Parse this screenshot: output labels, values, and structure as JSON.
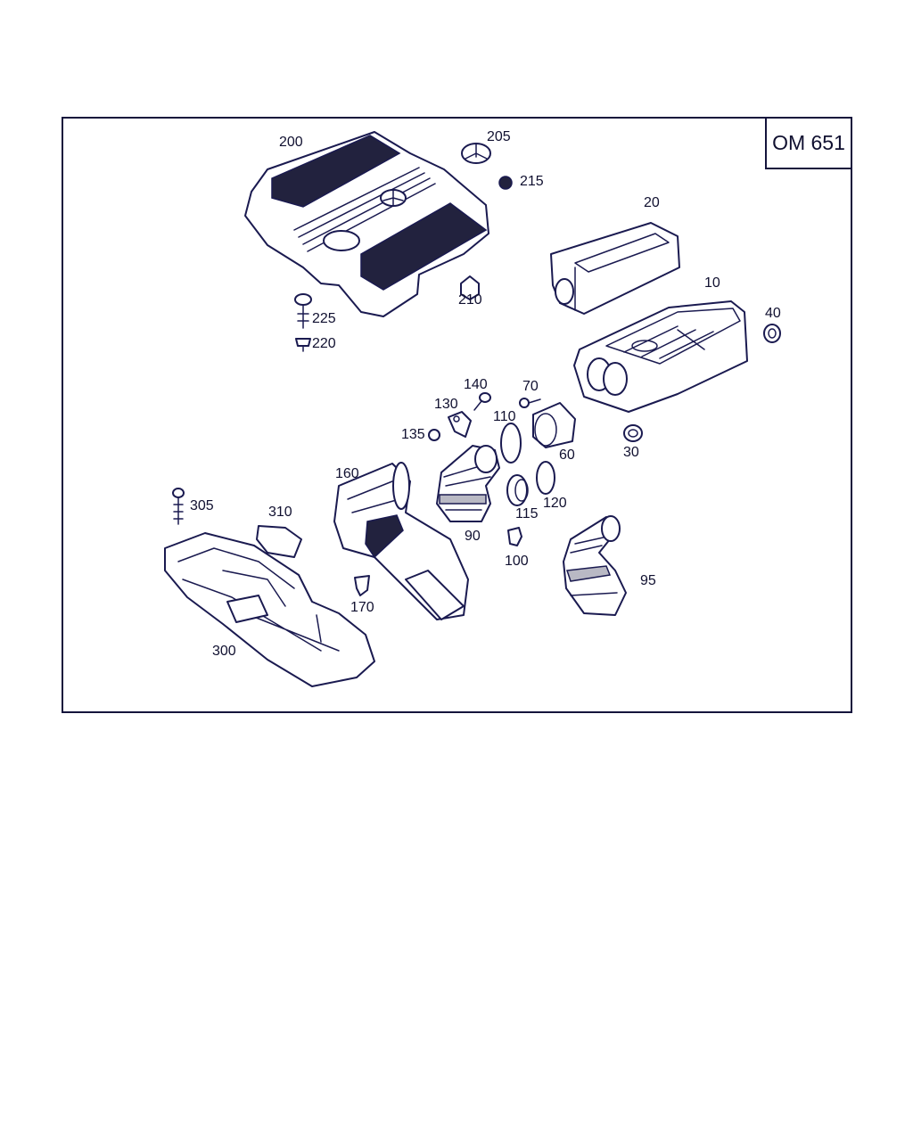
{
  "engine_code": "OM 651",
  "colors": {
    "line": "#1a1a50",
    "text": "#101030",
    "frame": "#14143c"
  },
  "parts": [
    {
      "id": "p200",
      "label": "200"
    },
    {
      "id": "p205",
      "label": "205"
    },
    {
      "id": "p215",
      "label": "215"
    },
    {
      "id": "p20",
      "label": "20"
    },
    {
      "id": "p210",
      "label": "210"
    },
    {
      "id": "p10",
      "label": "10"
    },
    {
      "id": "p40",
      "label": "40"
    },
    {
      "id": "p225",
      "label": "225"
    },
    {
      "id": "p220",
      "label": "220"
    },
    {
      "id": "p140",
      "label": "140"
    },
    {
      "id": "p70",
      "label": "70"
    },
    {
      "id": "p130",
      "label": "130"
    },
    {
      "id": "p110",
      "label": "110"
    },
    {
      "id": "p135",
      "label": "135"
    },
    {
      "id": "p60",
      "label": "60"
    },
    {
      "id": "p30",
      "label": "30"
    },
    {
      "id": "p160",
      "label": "160"
    },
    {
      "id": "p305",
      "label": "305"
    },
    {
      "id": "p310",
      "label": "310"
    },
    {
      "id": "p115",
      "label": "115"
    },
    {
      "id": "p120",
      "label": "120"
    },
    {
      "id": "p90",
      "label": "90"
    },
    {
      "id": "p100",
      "label": "100"
    },
    {
      "id": "p95",
      "label": "95"
    },
    {
      "id": "p170",
      "label": "170"
    },
    {
      "id": "p300",
      "label": "300"
    }
  ]
}
